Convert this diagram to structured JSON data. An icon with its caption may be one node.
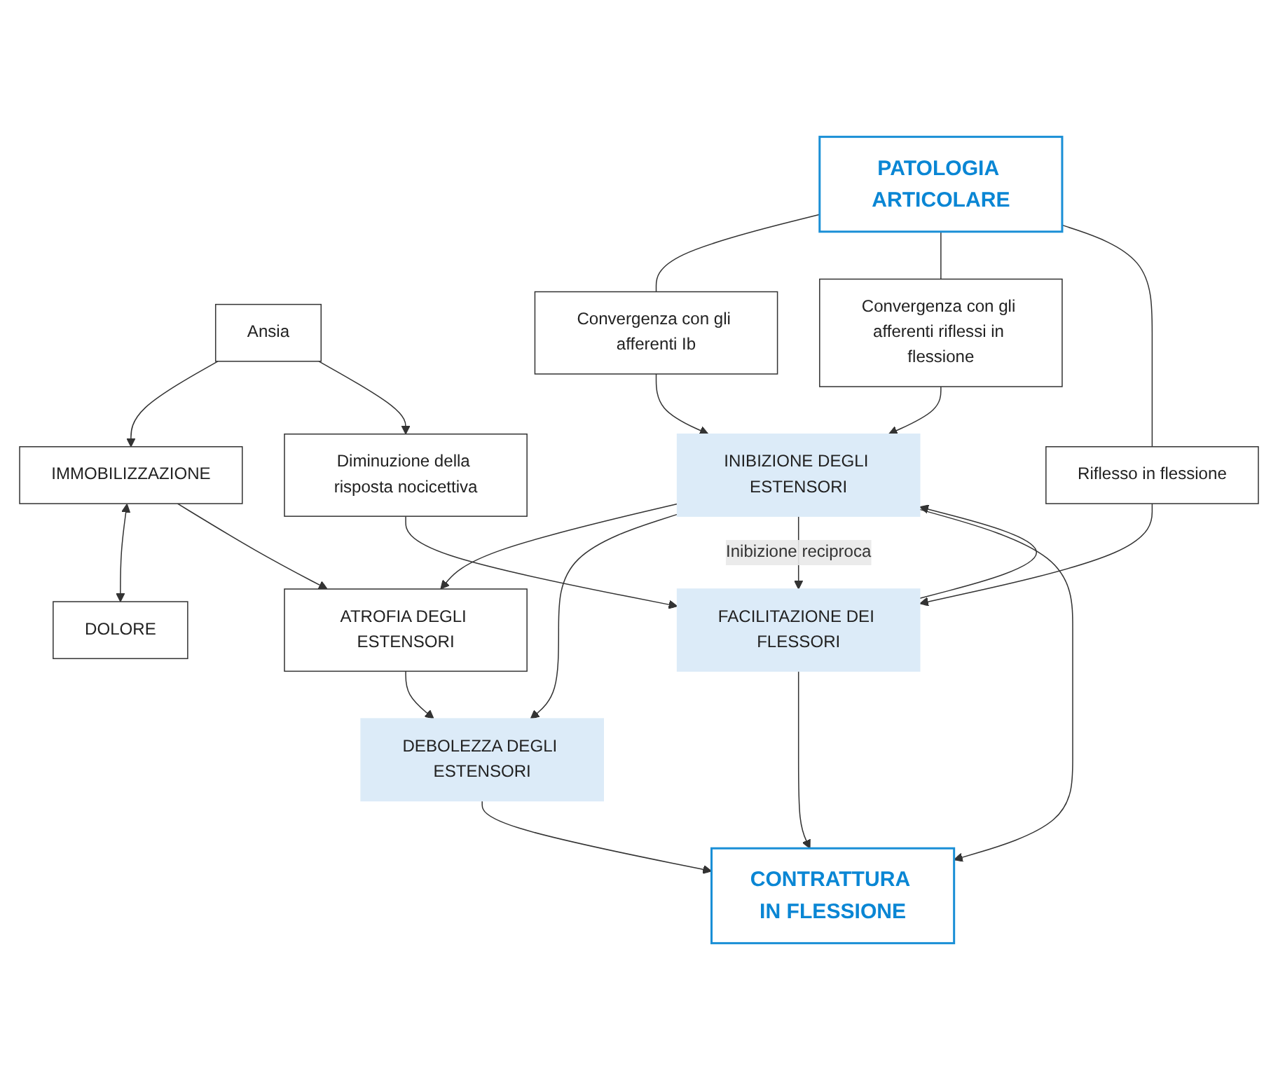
{
  "diagram": {
    "nodes": [
      {
        "text": [
          "Ansia"
        ]
      },
      {
        "text": [
          "IMMOBILIZZAZIONE"
        ]
      },
      {
        "text": [
          "PATOLOGIA ARTICOLARE"
        ]
      },
      {
        "text": [
          "DOLORE"
        ]
      },
      {
        "text": [
          "Convergenza con gli afferenti Ib"
        ]
      },
      {
        "text": [
          "Convergenza con gli afferenti riflessi in flessione"
        ]
      },
      {
        "text": [
          "Riflesso in flessione"
        ]
      },
      {
        "text": [
          "Diminuzione della risposta nocicettiva"
        ]
      },
      {
        "text": [
          "ATROFIA DEGLI ESTENSORI"
        ]
      },
      {
        "text": [
          "DEBOLEZZA DEGLI ESTENSORI"
        ]
      },
      {
        "text": [
          "INIBIZIONE DEGLI ESTENSORI"
        ]
      },
      {
        "text": [
          "FACILITAZIONE DEI FLESSORI"
        ]
      },
      {
        "text": [
          "CONTRATTURA IN FLESSIONE"
        ]
      }
    ],
    "edges": [
      {
        "from": 0,
        "to": 1,
        "arrow": "to"
      },
      {
        "from": 0,
        "to": 7,
        "arrow": "to"
      },
      {
        "from": 1,
        "to": 3,
        "arrow": "both"
      },
      {
        "from": 1,
        "to": 8,
        "arrow": "to"
      },
      {
        "from": 2,
        "to": 4,
        "arrow": "none"
      },
      {
        "from": 2,
        "to": 5,
        "arrow": "none"
      },
      {
        "from": 2,
        "to": 6,
        "arrow": "none"
      },
      {
        "from": 4,
        "to": 10,
        "arrow": "to"
      },
      {
        "from": 5,
        "to": 10,
        "arrow": "to"
      },
      {
        "from": 6,
        "to": 11,
        "arrow": "to"
      },
      {
        "from": 7,
        "to": 11,
        "arrow": "to"
      },
      {
        "from": 8,
        "to": 9,
        "arrow": "to"
      },
      {
        "from": 10,
        "to": 8,
        "arrow": "to"
      },
      {
        "from": 10,
        "to": 9,
        "arrow": "to"
      },
      {
        "from": 10,
        "to": 11,
        "arrow": "to",
        "label": "Inibizione reciproca"
      },
      {
        "from": 11,
        "to": 10,
        "arrow": "to"
      },
      {
        "from": 10,
        "to": 12,
        "arrow": "to"
      },
      {
        "from": 9,
        "to": 12,
        "arrow": "to"
      },
      {
        "from": 11,
        "to": 12,
        "arrow": "to"
      }
    ]
  }
}
